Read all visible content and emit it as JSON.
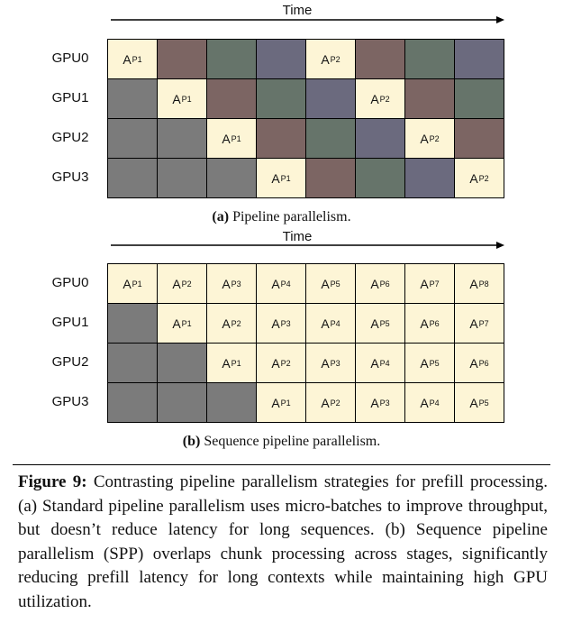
{
  "panel_a": {
    "time_label": "Time",
    "rows": [
      "GPU0",
      "GPU1",
      "GPU2",
      "GPU3"
    ],
    "cell_letter": "A",
    "grid": [
      [
        {
          "c": "work",
          "t": "P1"
        },
        {
          "c": "brown"
        },
        {
          "c": "green"
        },
        {
          "c": "slate"
        },
        {
          "c": "work",
          "t": "P2"
        },
        {
          "c": "brown"
        },
        {
          "c": "green"
        },
        {
          "c": "slate"
        }
      ],
      [
        {
          "c": "idle"
        },
        {
          "c": "work",
          "t": "P1"
        },
        {
          "c": "brown"
        },
        {
          "c": "green"
        },
        {
          "c": "slate"
        },
        {
          "c": "work",
          "t": "P2"
        },
        {
          "c": "brown"
        },
        {
          "c": "green"
        }
      ],
      [
        {
          "c": "idle"
        },
        {
          "c": "idle"
        },
        {
          "c": "work",
          "t": "P1"
        },
        {
          "c": "brown"
        },
        {
          "c": "green"
        },
        {
          "c": "slate"
        },
        {
          "c": "work",
          "t": "P2"
        },
        {
          "c": "brown"
        }
      ],
      [
        {
          "c": "idle"
        },
        {
          "c": "idle"
        },
        {
          "c": "idle"
        },
        {
          "c": "work",
          "t": "P1"
        },
        {
          "c": "brown"
        },
        {
          "c": "green"
        },
        {
          "c": "slate"
        },
        {
          "c": "work",
          "t": "P2"
        }
      ]
    ],
    "caption_tag": "(a)",
    "caption_text": "Pipeline parallelism."
  },
  "panel_b": {
    "time_label": "Time",
    "rows": [
      "GPU0",
      "GPU1",
      "GPU2",
      "GPU3"
    ],
    "cell_letter": "A",
    "grid": [
      [
        {
          "c": "work",
          "t": "P1"
        },
        {
          "c": "work",
          "t": "P2"
        },
        {
          "c": "work",
          "t": "P3"
        },
        {
          "c": "work",
          "t": "P4"
        },
        {
          "c": "work",
          "t": "P5"
        },
        {
          "c": "work",
          "t": "P6"
        },
        {
          "c": "work",
          "t": "P7"
        },
        {
          "c": "work",
          "t": "P8"
        }
      ],
      [
        {
          "c": "idle"
        },
        {
          "c": "work",
          "t": "P1"
        },
        {
          "c": "work",
          "t": "P2"
        },
        {
          "c": "work",
          "t": "P3"
        },
        {
          "c": "work",
          "t": "P4"
        },
        {
          "c": "work",
          "t": "P5"
        },
        {
          "c": "work",
          "t": "P6"
        },
        {
          "c": "work",
          "t": "P7"
        }
      ],
      [
        {
          "c": "idle"
        },
        {
          "c": "idle"
        },
        {
          "c": "work",
          "t": "P1"
        },
        {
          "c": "work",
          "t": "P2"
        },
        {
          "c": "work",
          "t": "P3"
        },
        {
          "c": "work",
          "t": "P4"
        },
        {
          "c": "work",
          "t": "P5"
        },
        {
          "c": "work",
          "t": "P6"
        }
      ],
      [
        {
          "c": "idle"
        },
        {
          "c": "idle"
        },
        {
          "c": "idle"
        },
        {
          "c": "work",
          "t": "P1"
        },
        {
          "c": "work",
          "t": "P2"
        },
        {
          "c": "work",
          "t": "P3"
        },
        {
          "c": "work",
          "t": "P4"
        },
        {
          "c": "work",
          "t": "P5"
        }
      ]
    ],
    "caption_tag": "(b)",
    "caption_text": "Sequence pipeline parallelism."
  },
  "colors": {
    "work": "#fdf5d6",
    "idle": "#7b7b7b",
    "brown": "#7c6563",
    "green": "#66746a",
    "slate": "#6b6a7e"
  },
  "figure_caption": {
    "label": "Figure 9:",
    "text": "Contrasting pipeline parallelism strategies for prefill processing. (a) Standard pipeline parallelism uses micro-batches to improve throughput, but doesn’t reduce latency for long sequences. (b) Sequence pipeline parallelism (SPP) overlaps chunk processing across stages, significantly reducing prefill latency for long contexts while maintaining high GPU utilization."
  }
}
